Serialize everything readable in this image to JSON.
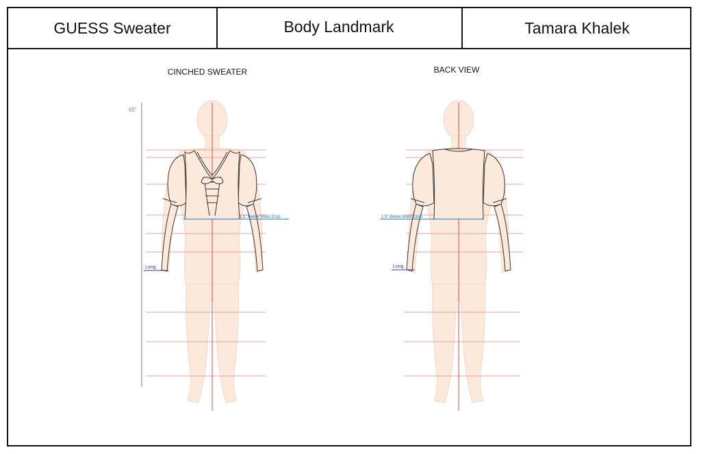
{
  "header": {
    "project": "GUESS Sweater",
    "section": "Body Landmark",
    "designer": "Tamara Khalek"
  },
  "front_view": {
    "title": "CINCHED SWEATER",
    "height_label": "65\"",
    "crop_label": "1.5\" Below Waist Crop",
    "sleeve_label": "Long"
  },
  "back_view": {
    "title": "BACK VIEW",
    "crop_label": "1.5\" Below Waist Crop",
    "sleeve_label": "Long"
  },
  "colors": {
    "skin": "#fbeadb",
    "skin_stroke": "#f2d9c4",
    "guide_line": "#e8a0a0",
    "center_line": "#e04848",
    "crop_line": "#1f6fb0",
    "sleeve_line": "#3a3a8c",
    "garment": "#fbeadb",
    "garment_stroke": "#333333"
  }
}
